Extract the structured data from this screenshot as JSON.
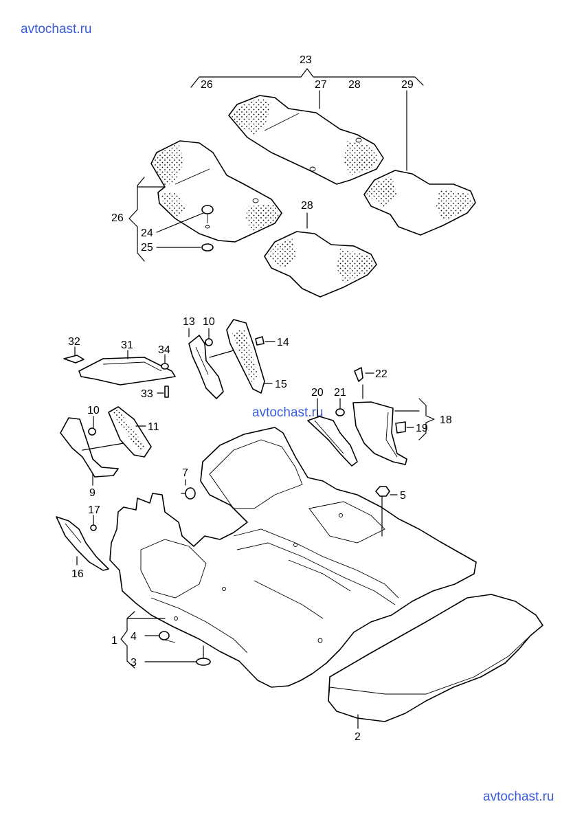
{
  "watermarks": {
    "top_left": "avtochast.ru",
    "center": "avtochast.ru",
    "bottom_right": "avtochast.ru"
  },
  "callouts": [
    "23",
    "26",
    "27",
    "28",
    "29",
    "26",
    "24",
    "25",
    "28",
    "32",
    "31",
    "34",
    "33",
    "13",
    "10",
    "14",
    "15",
    "22",
    "20",
    "21",
    "18",
    "19",
    "10",
    "11",
    "9",
    "7",
    "5",
    "17",
    "16",
    "1",
    "4",
    "3",
    "2"
  ]
}
